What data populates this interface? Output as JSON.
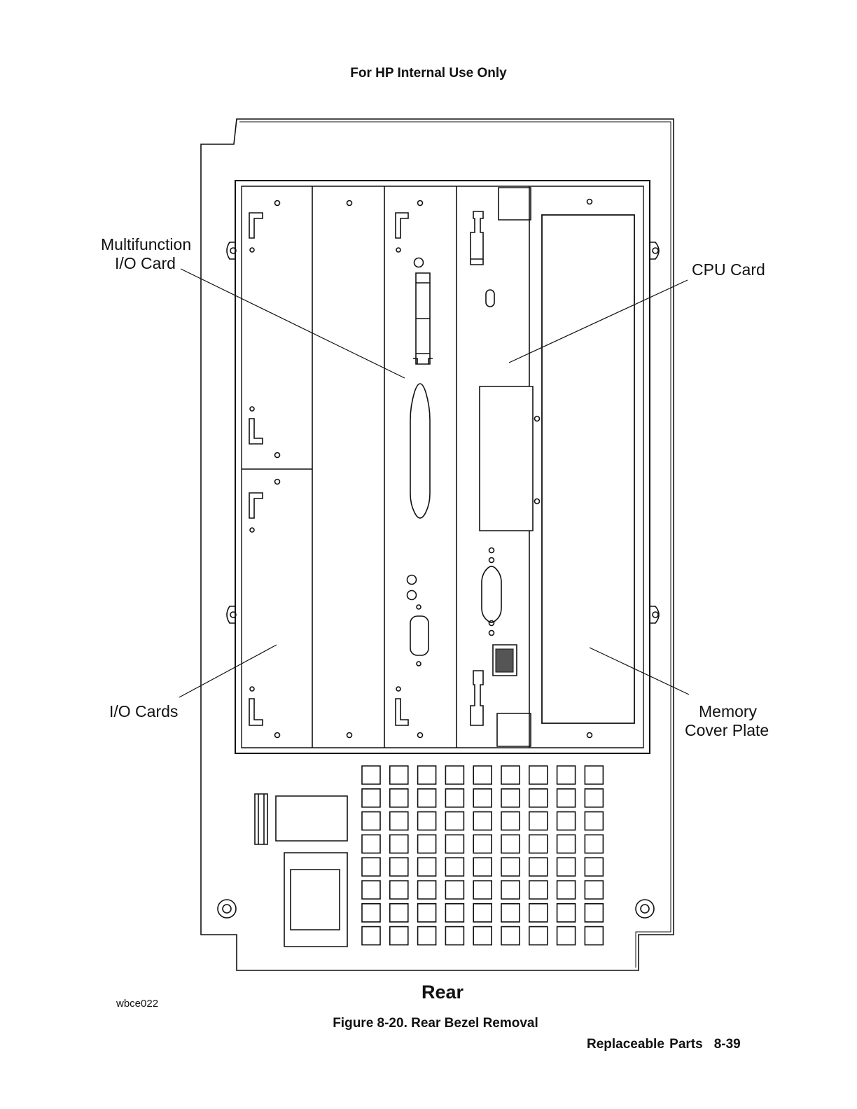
{
  "header": {
    "text": "For HP Internal Use Only"
  },
  "callouts": {
    "multifunction": [
      "Multifunction",
      "I/O Card"
    ],
    "cpu": "CPU Card",
    "io_cards": "I/O Cards",
    "memory": [
      "Memory",
      "Cover Plate"
    ]
  },
  "view_label": "Rear",
  "figure_id": "wbce022",
  "caption": "Figure 8-20. Rear Bezel Removal",
  "footer": {
    "section": "Replaceable Parts",
    "page": "8-39"
  }
}
